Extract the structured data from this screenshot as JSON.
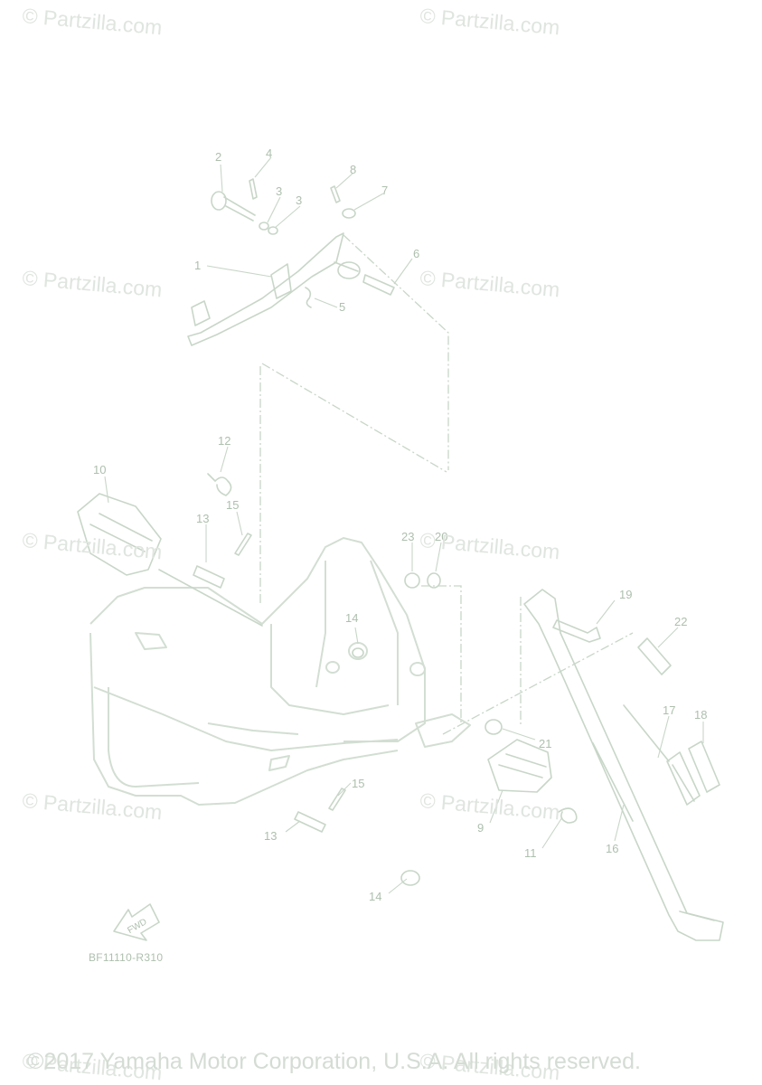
{
  "watermarks": [
    {
      "text": "© Partzilla.com"
    },
    {
      "text": "© Partzilla.com"
    },
    {
      "text": "© Partzilla.com"
    },
    {
      "text": "© Partzilla.com"
    },
    {
      "text": "© Partzilla.com"
    },
    {
      "text": "© Partzilla.com"
    },
    {
      "text": "© Partzilla.com"
    },
    {
      "text": "© Partzilla.com"
    },
    {
      "text": "© Partzilla.com"
    },
    {
      "text": "© Partzilla.com"
    }
  ],
  "callouts": [
    "1",
    "2",
    "3",
    "3",
    "4",
    "5",
    "6",
    "7",
    "8",
    "9",
    "10",
    "11",
    "12",
    "13",
    "13",
    "14",
    "14",
    "15",
    "15",
    "16",
    "17",
    "18",
    "19",
    "20",
    "21",
    "22",
    "23"
  ],
  "fwd_label": "FWD",
  "diagram_code": "BF11110-R310",
  "copyright": "©2017 Yamaha Motor Corporation, U.S.A. All rights reserved."
}
